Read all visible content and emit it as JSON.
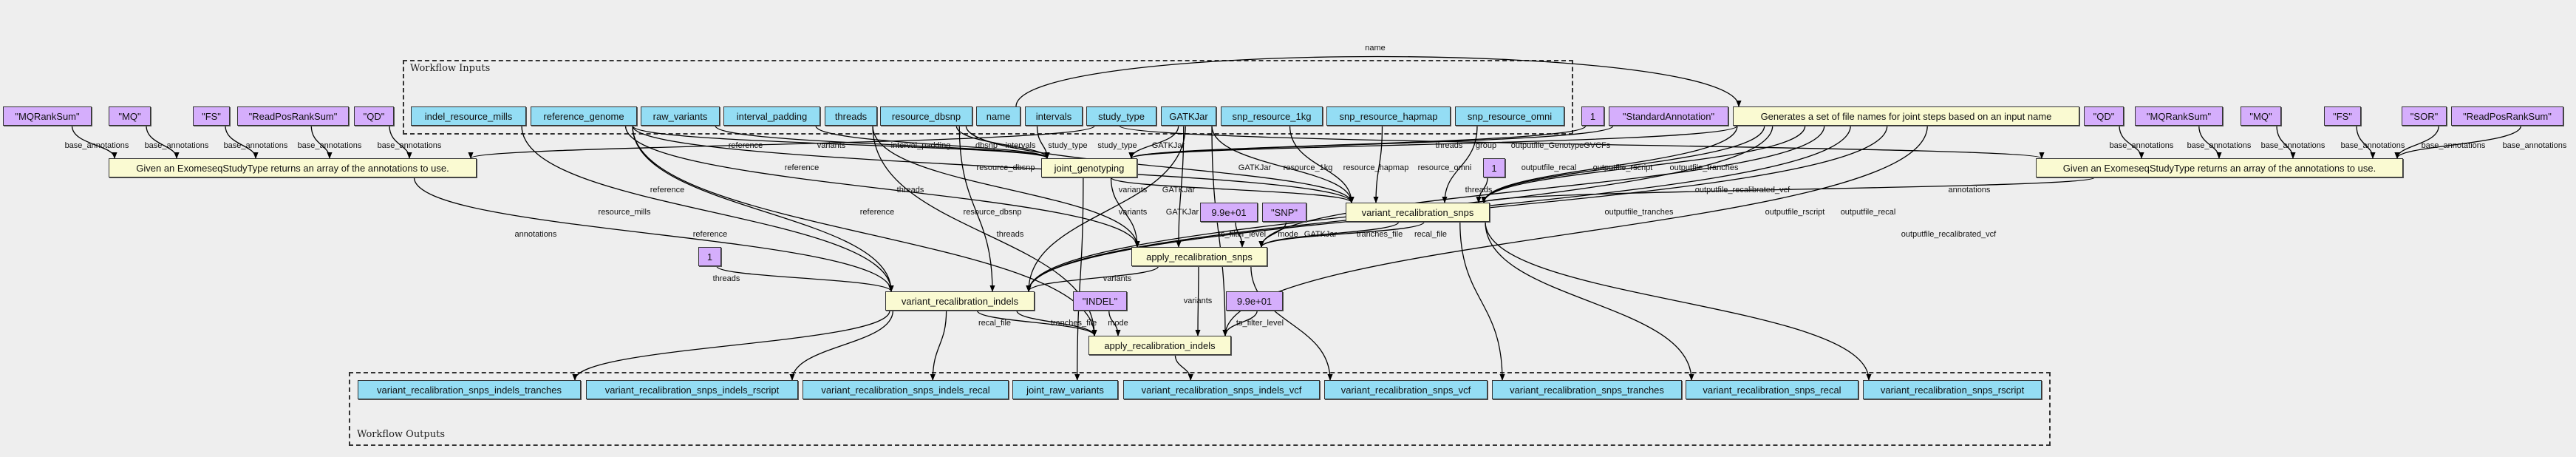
{
  "clusters": {
    "inputs_label": "Workflow Inputs",
    "outputs_label": "Workflow Outputs"
  },
  "colors": {
    "input": "#94ddf4",
    "output": "#94ddf4",
    "constant": "#d5aefc",
    "step": "#fafad2",
    "background": "#eeeeee",
    "edge": "#000000"
  },
  "nodes": [
    {
      "label": "indel_resource_mills",
      "kind": "input"
    },
    {
      "label": "reference_genome",
      "kind": "input"
    },
    {
      "label": "raw_variants",
      "kind": "input"
    },
    {
      "label": "interval_padding",
      "kind": "input"
    },
    {
      "label": "threads",
      "kind": "input"
    },
    {
      "label": "resource_dbsnp",
      "kind": "input"
    },
    {
      "label": "name",
      "kind": "input"
    },
    {
      "label": "intervals",
      "kind": "input"
    },
    {
      "label": "study_type",
      "kind": "input"
    },
    {
      "label": "GATKJar",
      "kind": "input"
    },
    {
      "label": "snp_resource_1kg",
      "kind": "input"
    },
    {
      "label": "snp_resource_hapmap",
      "kind": "input"
    },
    {
      "label": "snp_resource_omni",
      "kind": "input"
    },
    {
      "label": "\"MQRankSum\"",
      "kind": "const"
    },
    {
      "label": "\"MQ\"",
      "kind": "const"
    },
    {
      "label": "\"FS\"",
      "kind": "const"
    },
    {
      "label": "\"ReadPosRankSum\"",
      "kind": "const"
    },
    {
      "label": "\"QD\"",
      "kind": "const"
    },
    {
      "label": "1",
      "kind": "const"
    },
    {
      "label": "\"StandardAnnotation\"",
      "kind": "const"
    },
    {
      "label": "\"QD\"",
      "kind": "const"
    },
    {
      "label": "\"MQRankSum\"",
      "kind": "const"
    },
    {
      "label": "\"MQ\"",
      "kind": "const"
    },
    {
      "label": "\"FS\"",
      "kind": "const"
    },
    {
      "label": "\"SOR\"",
      "kind": "const"
    },
    {
      "label": "\"ReadPosRankSum\"",
      "kind": "const"
    },
    {
      "label": "1",
      "kind": "const"
    },
    {
      "label": "9.9e+01",
      "kind": "const"
    },
    {
      "label": "\"SNP\"",
      "kind": "const"
    },
    {
      "label": "1",
      "kind": "const"
    },
    {
      "label": "\"INDEL\"",
      "kind": "const"
    },
    {
      "label": "9.9e+01",
      "kind": "const"
    },
    {
      "label": "Generates a set of file names for joint steps based on an input name",
      "kind": "step"
    },
    {
      "label": "Given an ExomeseqStudyType returns an array of the annotations to use.",
      "kind": "step"
    },
    {
      "label": "Given an ExomeseqStudyType returns an array of the annotations to use.",
      "kind": "step"
    },
    {
      "label": "joint_genotyping",
      "kind": "step"
    },
    {
      "label": "variant_recalibration_snps",
      "kind": "step"
    },
    {
      "label": "apply_recalibration_snps",
      "kind": "step"
    },
    {
      "label": "variant_recalibration_indels",
      "kind": "step"
    },
    {
      "label": "apply_recalibration_indels",
      "kind": "step"
    },
    {
      "label": "variant_recalibration_snps_indels_tranches",
      "kind": "output"
    },
    {
      "label": "variant_recalibration_snps_indels_rscript",
      "kind": "output"
    },
    {
      "label": "variant_recalibration_snps_indels_recal",
      "kind": "output"
    },
    {
      "label": "joint_raw_variants",
      "kind": "output"
    },
    {
      "label": "variant_recalibration_snps_indels_vcf",
      "kind": "output"
    },
    {
      "label": "variant_recalibration_snps_vcf",
      "kind": "output"
    },
    {
      "label": "variant_recalibration_snps_tranches",
      "kind": "output"
    },
    {
      "label": "variant_recalibration_snps_recal",
      "kind": "output"
    },
    {
      "label": "variant_recalibration_snps_rscript",
      "kind": "output"
    }
  ],
  "edges": [
    {
      "from": 13,
      "to": 33,
      "label": "base_annotations"
    },
    {
      "from": 14,
      "to": 33,
      "label": "base_annotations"
    },
    {
      "from": 15,
      "to": 33,
      "label": "base_annotations"
    },
    {
      "from": 16,
      "to": 33,
      "label": "base_annotations"
    },
    {
      "from": 17,
      "to": 33,
      "label": "base_annotations"
    },
    {
      "from": 20,
      "to": 34,
      "label": "base_annotations"
    },
    {
      "from": 21,
      "to": 34,
      "label": "base_annotations"
    },
    {
      "from": 22,
      "to": 34,
      "label": "base_annotations"
    },
    {
      "from": 23,
      "to": 34,
      "label": "base_annotations"
    },
    {
      "from": 24,
      "to": 34,
      "label": "base_annotations"
    },
    {
      "from": 25,
      "to": 34,
      "label": "base_annotations"
    },
    {
      "from": 6,
      "to": 32,
      "label": "name"
    },
    {
      "from": 33,
      "to": 38,
      "label": "annotations"
    },
    {
      "from": 34,
      "to": 36,
      "label": "annotations"
    },
    {
      "from": 8,
      "to": 33,
      "label": "study_type"
    },
    {
      "from": 8,
      "to": 34,
      "label": "study_type"
    },
    {
      "from": 1,
      "to": 35,
      "label": "reference"
    },
    {
      "from": 2,
      "to": 35,
      "label": "variants"
    },
    {
      "from": 3,
      "to": 35,
      "label": "interval_padding"
    },
    {
      "from": 5,
      "to": 35,
      "label": "dbsnp"
    },
    {
      "from": 7,
      "to": 35,
      "label": "intervals"
    },
    {
      "from": 9,
      "to": 35,
      "label": "GATKJar"
    },
    {
      "from": 18,
      "to": 35,
      "label": "threads"
    },
    {
      "from": 19,
      "to": 35,
      "label": "group"
    },
    {
      "from": 32,
      "to": 35,
      "label": "outputfile_GenotypeGVCFs"
    },
    {
      "from": 1,
      "to": 36,
      "label": "reference"
    },
    {
      "from": 5,
      "to": 36,
      "label": "resource_dbsnp"
    },
    {
      "from": 9,
      "to": 36,
      "label": "GATKJar"
    },
    {
      "from": 10,
      "to": 36,
      "label": "resource_1kg"
    },
    {
      "from": 11,
      "to": 36,
      "label": "resource_hapmap"
    },
    {
      "from": 12,
      "to": 36,
      "label": "resource_omni"
    },
    {
      "from": 32,
      "to": 36,
      "label": "outputfile_recal"
    },
    {
      "from": 32,
      "to": 36,
      "label": "outputfile_rscript"
    },
    {
      "from": 32,
      "to": 36,
      "label": "outputfile_tranches"
    },
    {
      "from": 26,
      "to": 36,
      "label": "threads"
    },
    {
      "from": 1,
      "to": 37,
      "label": "reference"
    },
    {
      "from": 4,
      "to": 37,
      "label": "threads"
    },
    {
      "from": 35,
      "to": 36,
      "label": "variants"
    },
    {
      "from": 9,
      "to": 37,
      "label": "GATKJar"
    },
    {
      "from": 32,
      "to": 37,
      "label": "outputfile_recalibrated_vcf"
    },
    {
      "from": 0,
      "to": 38,
      "label": "resource_mills"
    },
    {
      "from": 1,
      "to": 38,
      "label": "reference"
    },
    {
      "from": 5,
      "to": 38,
      "label": "resource_dbsnp"
    },
    {
      "from": 35,
      "to": 37,
      "label": "variants"
    },
    {
      "from": 9,
      "to": 38,
      "label": "GATKJar"
    },
    {
      "from": 32,
      "to": 38,
      "label": "outputfile_tranches"
    },
    {
      "from": 32,
      "to": 38,
      "label": "outputfile_rscript"
    },
    {
      "from": 32,
      "to": 38,
      "label": "outputfile_recal"
    },
    {
      "from": 1,
      "to": 39,
      "label": "reference"
    },
    {
      "from": 4,
      "to": 39,
      "label": "threads"
    },
    {
      "from": 27,
      "to": 37,
      "label": "ts_filter_level"
    },
    {
      "from": 28,
      "to": 37,
      "label": "mode"
    },
    {
      "from": 9,
      "to": 39,
      "label": "GATKJar"
    },
    {
      "from": 36,
      "to": 37,
      "label": "tranches_file"
    },
    {
      "from": 36,
      "to": 37,
      "label": "recal_file"
    },
    {
      "from": 32,
      "to": 39,
      "label": "outputfile_recalibrated_vcf"
    },
    {
      "from": 29,
      "to": 38,
      "label": "threads"
    },
    {
      "from": 37,
      "to": 38,
      "label": "variants"
    },
    {
      "from": 37,
      "to": 39,
      "label": "variants"
    },
    {
      "from": 38,
      "to": 39,
      "label": "recal_file"
    },
    {
      "from": 38,
      "to": 39,
      "label": "tranches_file"
    },
    {
      "from": 30,
      "to": 39,
      "label": "mode"
    },
    {
      "from": 31,
      "to": 39,
      "label": "ts_filter_level"
    },
    {
      "from": 38,
      "to": 40,
      "label": ""
    },
    {
      "from": 38,
      "to": 41,
      "label": ""
    },
    {
      "from": 38,
      "to": 42,
      "label": ""
    },
    {
      "from": 35,
      "to": 43,
      "label": ""
    },
    {
      "from": 39,
      "to": 44,
      "label": ""
    },
    {
      "from": 37,
      "to": 45,
      "label": ""
    },
    {
      "from": 36,
      "to": 46,
      "label": ""
    },
    {
      "from": 36,
      "to": 47,
      "label": ""
    },
    {
      "from": 36,
      "to": 48,
      "label": ""
    }
  ]
}
